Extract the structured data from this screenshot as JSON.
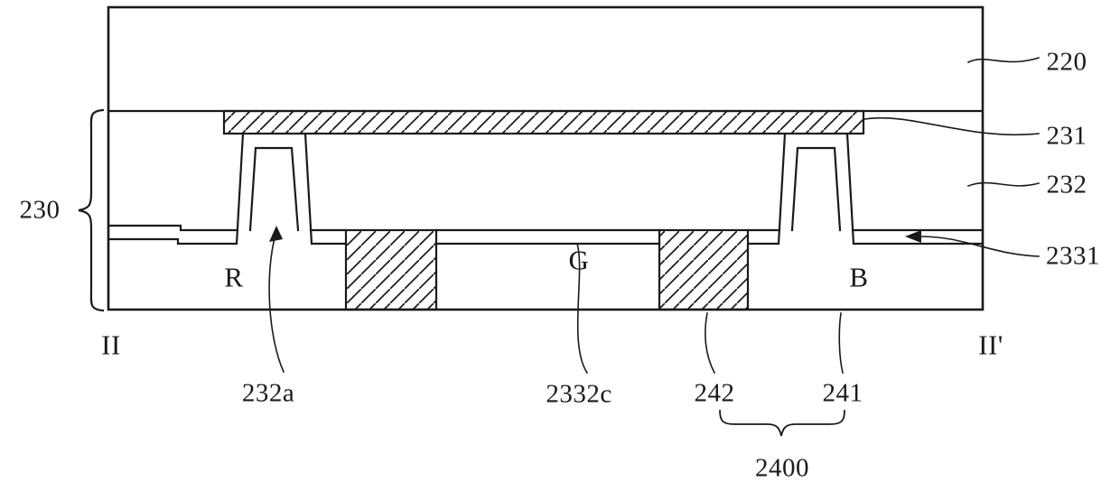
{
  "figure": {
    "labels": {
      "n220": "220",
      "n231": "231",
      "n232": "232",
      "n2331": "2331",
      "n230": "230",
      "n232a": "232a",
      "n2332c": "2332c",
      "n242": "242",
      "n241": "241",
      "n2400": "2400",
      "region_r": "R",
      "region_g": "G",
      "region_b": "B",
      "section_left": "II",
      "section_right": "II'"
    },
    "colors": {
      "line": "#1a1a1a",
      "background": "#ffffff"
    }
  }
}
